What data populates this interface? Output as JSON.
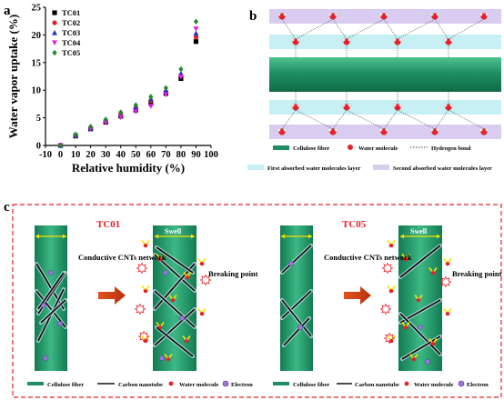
{
  "panels": {
    "a": "a",
    "b": "b",
    "c": "c"
  },
  "chart_data": {
    "type": "scatter",
    "xlabel": "Relative humidity (%)",
    "ylabel": "Water vapor uptake (%)",
    "xlim": [
      -10,
      100
    ],
    "ylim": [
      0,
      25
    ],
    "xticks": [
      "-10",
      "0",
      "10",
      "20",
      "30",
      "40",
      "50",
      "60",
      "70",
      "80",
      "90",
      "100"
    ],
    "yticks": [
      "0",
      "5",
      "10",
      "15",
      "20",
      "25"
    ],
    "grid": false,
    "legend_position": "top-left",
    "x": [
      0,
      10,
      20,
      30,
      40,
      50,
      60,
      70,
      80,
      90
    ],
    "series": [
      {
        "name": "TC01",
        "marker": "square",
        "color": "#000000",
        "values": [
          0,
          1.7,
          3.0,
          4.2,
          5.3,
          6.4,
          7.6,
          9.4,
          12.1,
          18.8
        ]
      },
      {
        "name": "TC02",
        "marker": "circle",
        "color": "#e8202a",
        "values": [
          0,
          1.8,
          3.1,
          4.4,
          5.6,
          6.8,
          8.1,
          9.7,
          12.7,
          19.6
        ]
      },
      {
        "name": "TC03",
        "marker": "triangle",
        "color": "#1f30c8",
        "values": [
          0,
          1.9,
          3.2,
          4.5,
          5.7,
          6.9,
          8.4,
          10.0,
          13.0,
          20.3
        ]
      },
      {
        "name": "TC04",
        "marker": "triangle-down",
        "color": "#e01ee8",
        "values": [
          0,
          1.8,
          3.0,
          4.1,
          5.1,
          6.1,
          7.1,
          9.2,
          12.4,
          21.1
        ]
      },
      {
        "name": "TC05",
        "marker": "diamond",
        "color": "#1f8a2a",
        "values": [
          0,
          2.0,
          3.4,
          4.7,
          6.0,
          7.3,
          8.8,
          10.4,
          13.8,
          22.4
        ]
      }
    ]
  },
  "diagram_b": {
    "legend": {
      "cellulose": "Cellulose fiber",
      "water": "Water molecule",
      "hbond": "Hydrogen bond",
      "first_layer": "First absorbed water molecules layer",
      "second_layer": "Second absorbed water molecules layer"
    },
    "colors": {
      "fiber": "#1f8f63",
      "first_layer": "#c6f0f3",
      "second_layer": "#d8ccf0"
    }
  },
  "diagram_c": {
    "border_color": "#e8202a",
    "left": {
      "title": "TC01",
      "swell": "Swell",
      "network": "Conductive CNTs network",
      "breaking": "Breaking point"
    },
    "right": {
      "title": "TC05",
      "swell": "Swell",
      "network": "Conductive CNTs network",
      "breaking": "Breaking point"
    },
    "legend_left": {
      "cellulose": "Cellulose fiber",
      "cnt": "Carbon nanotube",
      "water": "Water molecule",
      "electron": "Electron"
    },
    "legend_right": {
      "cellulose": "Cellulose fiber",
      "cnt": "Carbon nanotube",
      "water": "Water molecule",
      "electron": "Electron"
    }
  }
}
